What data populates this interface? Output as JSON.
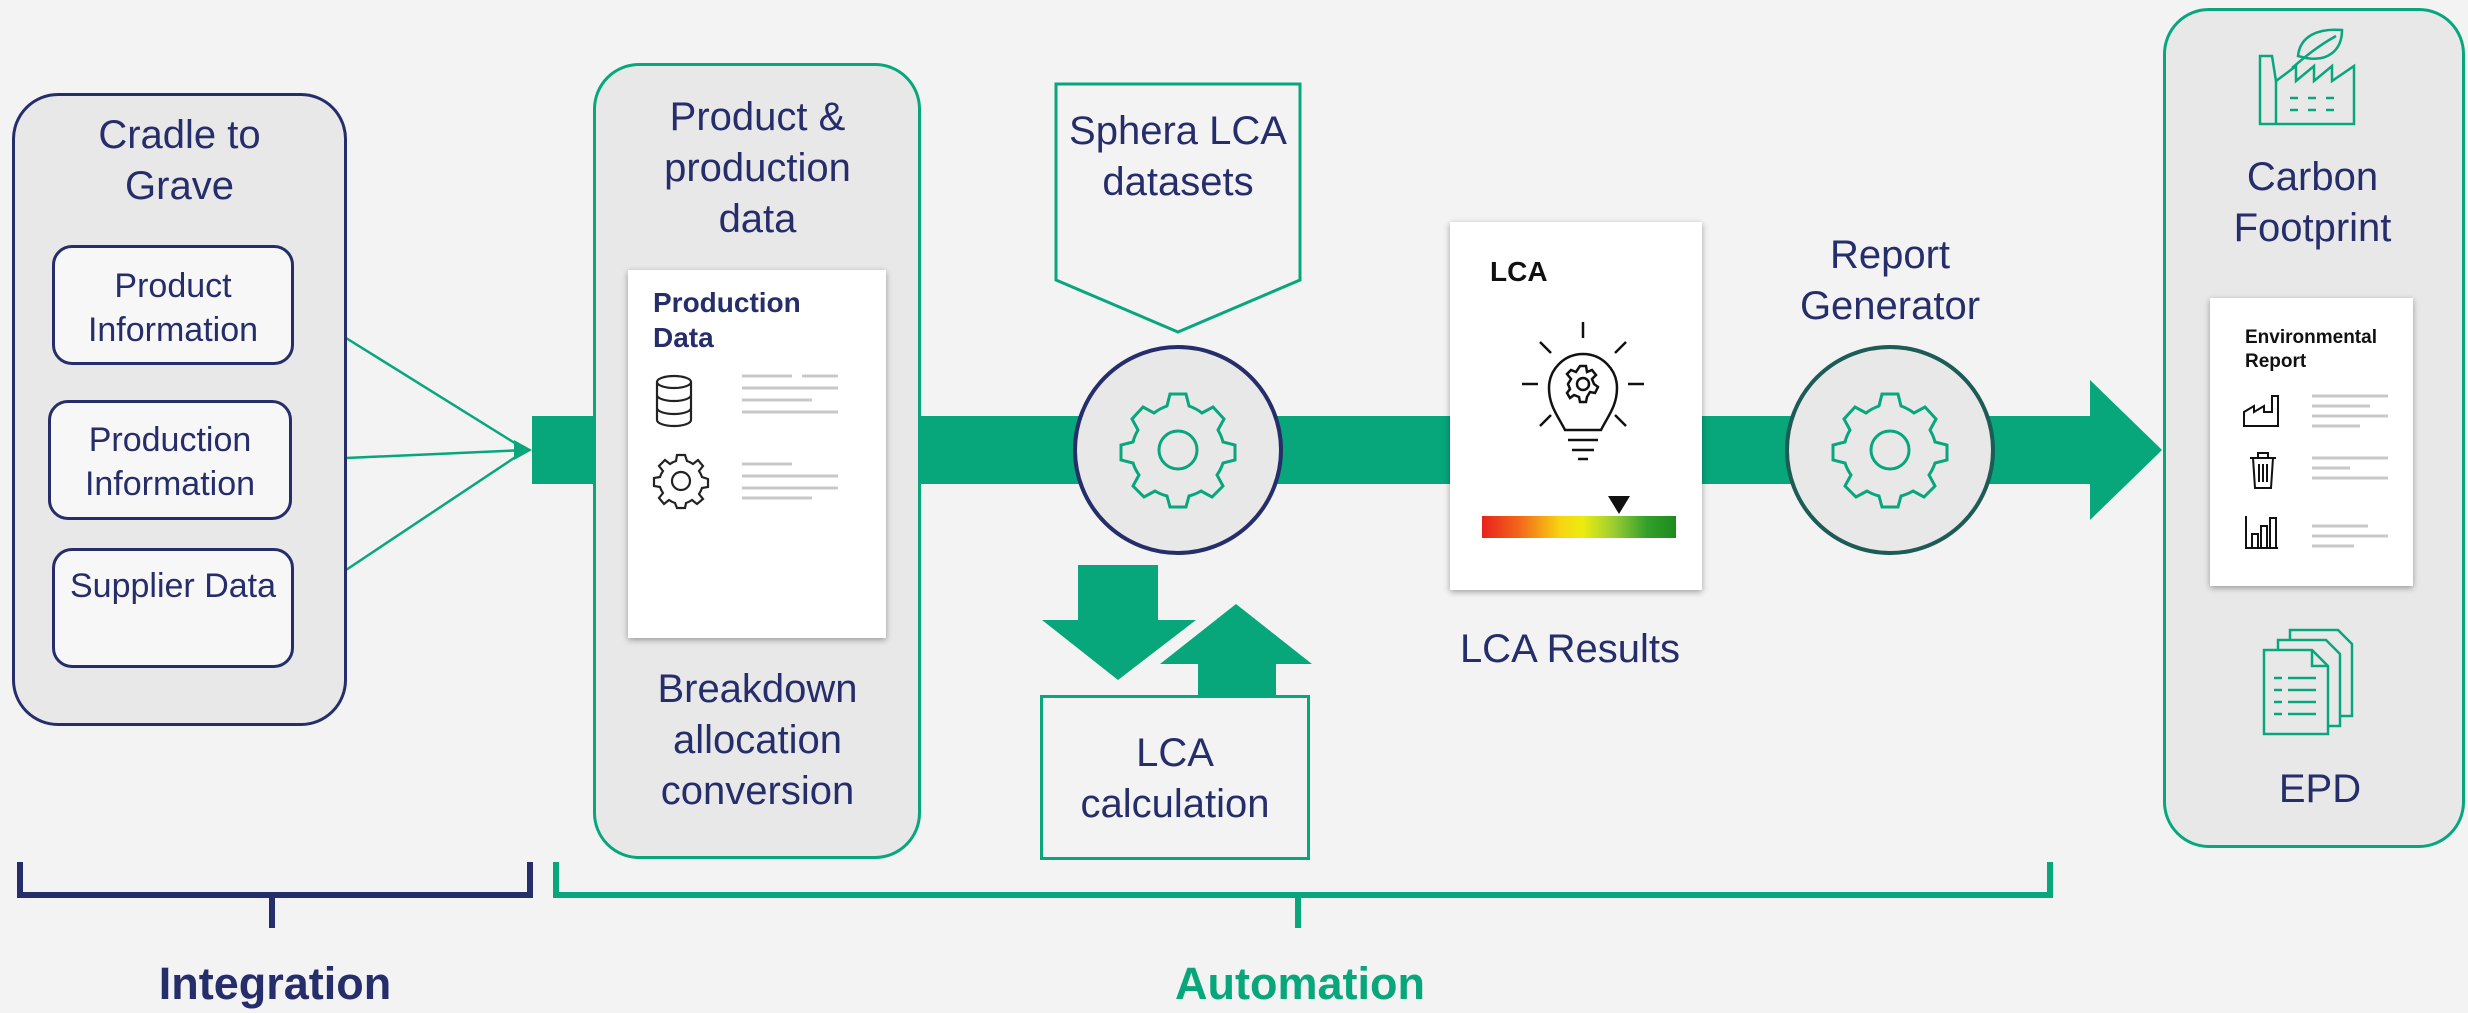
{
  "cradle": {
    "title": "Cradle to Grave",
    "items": [
      "Product Information",
      "Production Information",
      "Supplier Data"
    ]
  },
  "product_data": {
    "title": "Product & production data",
    "doc_title": "Production Data",
    "bottom": "Breakdown allocation conversion"
  },
  "sphera": {
    "label": "Sphera LCA datasets"
  },
  "lca_calc": {
    "label": "LCA calculation"
  },
  "lca_results": {
    "doc_title": "LCA",
    "label": "LCA Results"
  },
  "report": {
    "label": "Report Generator"
  },
  "outputs": {
    "carbon": "Carbon Footprint",
    "env_report_title": "Environmental Report",
    "epd": "EPD"
  },
  "brackets": {
    "integration": "Integration",
    "automation": "Automation"
  },
  "colors": {
    "navy": "#262d6b",
    "green": "#07a77b",
    "panel": "#e8e8e8",
    "background": "#f3f3f3"
  }
}
